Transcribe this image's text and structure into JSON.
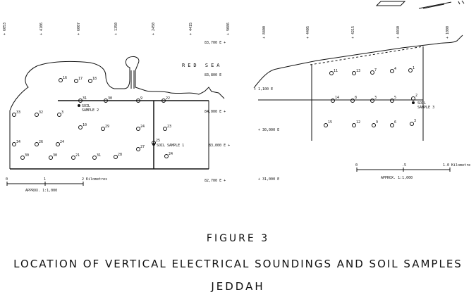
{
  "figure_label": "FIGURE 3",
  "title": "LOCATION OF VERTICAL ELECTRICAL SOUNDINGS AND SOIL SAMPLES",
  "subtitle": "JEDDAH",
  "sea_label": "RED  SEA",
  "left_map": {
    "top_ticks": [
      "+ 6053",
      "+ 4106",
      "+ 6007",
      "+ 1350",
      "+ 2450",
      "+ 4415",
      "+ 9086"
    ],
    "right_coords": [
      "83,700 E +",
      "83,800 E",
      "84,000 E +",
      "83,000 E +",
      "82,700 E +"
    ],
    "soil_a_label": "SOIL",
    "soil_a_label2": "SAMPLE 2",
    "soil_b_label": "SOIL SAMPLE 1",
    "points": [
      {
        "id": "16"
      },
      {
        "id": "17"
      },
      {
        "id": "18"
      },
      {
        "id": "31"
      },
      {
        "id": "30"
      },
      {
        "id": "9"
      },
      {
        "id": "22"
      },
      {
        "id": "33"
      },
      {
        "id": "32"
      },
      {
        "id": "3"
      },
      {
        "id": "10"
      },
      {
        "id": "29"
      },
      {
        "id": "24"
      },
      {
        "id": "23"
      },
      {
        "id": "34"
      },
      {
        "id": "26"
      },
      {
        "id": "24"
      },
      {
        "id": "25"
      },
      {
        "id": "27"
      },
      {
        "id": "30"
      },
      {
        "id": "30"
      },
      {
        "id": "21"
      },
      {
        "id": "31"
      },
      {
        "id": "28"
      },
      {
        "id": "24"
      }
    ],
    "scale_ticks": [
      "0",
      "1",
      "2 Kilometres"
    ],
    "scale_label": "APPROX.  1:1,000"
  },
  "right_map": {
    "top_ticks": [
      "+ 8400",
      "+ 4405",
      "+ 4215",
      "+ 4030",
      "+ 1000"
    ],
    "left_coords": [
      "+ 1,100 E",
      "+ 30,000 E",
      "+ 31,000 E"
    ],
    "soil_c_label": "SOIL",
    "soil_c_label2": "SAMPLE 3",
    "points": [
      {
        "id": "11"
      },
      {
        "id": "13"
      },
      {
        "id": "7"
      },
      {
        "id": "4"
      },
      {
        "id": "1"
      },
      {
        "id": "14"
      },
      {
        "id": "8"
      },
      {
        "id": "3"
      },
      {
        "id": "5"
      },
      {
        "id": "2"
      },
      {
        "id": "15"
      },
      {
        "id": "12"
      },
      {
        "id": "9"
      },
      {
        "id": "6"
      },
      {
        "id": "3"
      }
    ],
    "scale_ticks": [
      "0",
      ".5",
      "1.0 Kilometre"
    ],
    "scale_label": "APPROX.  1:1,000"
  }
}
